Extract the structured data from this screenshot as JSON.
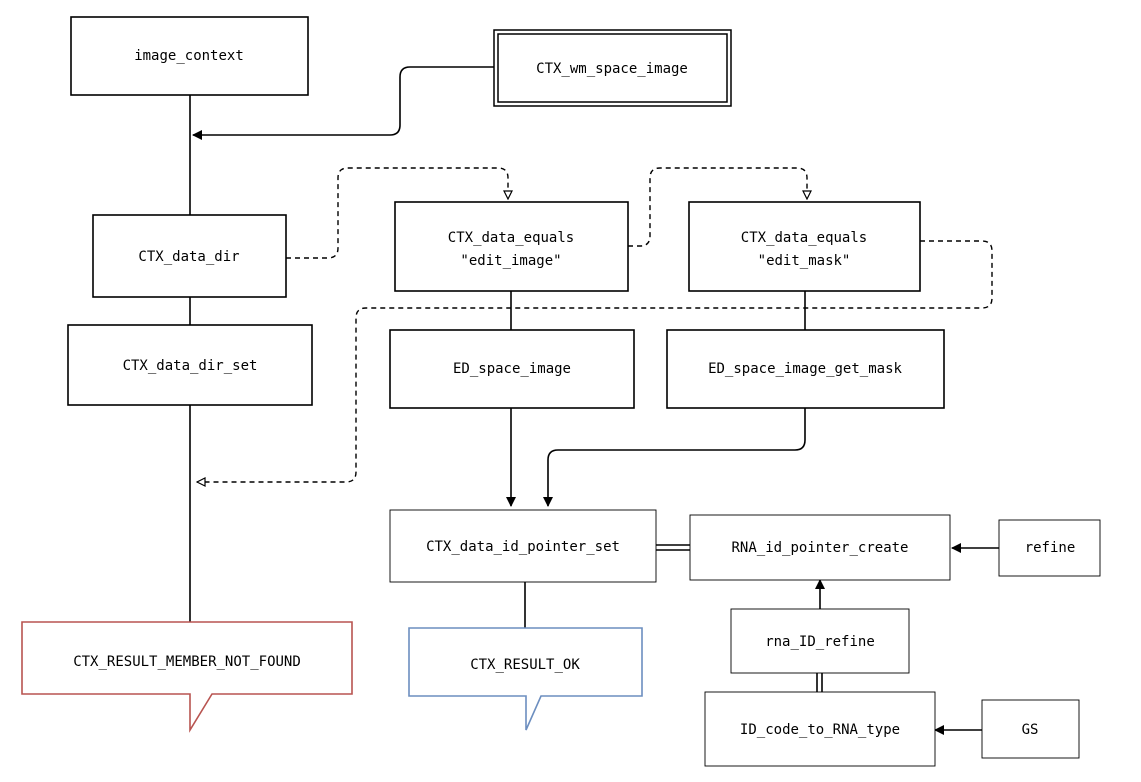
{
  "nodes": {
    "image_context": "image_context",
    "ctx_wm_space_image": "CTX_wm_space_image",
    "ctx_data_dir": "CTX_data_dir",
    "ctx_data_dir_set": "CTX_data_dir_set",
    "ctx_data_equals_image": {
      "line1": "CTX_data_equals",
      "line2": "\"edit_image\""
    },
    "ctx_data_equals_mask": {
      "line1": "CTX_data_equals",
      "line2": "\"edit_mask\""
    },
    "ed_space_image": "ED_space_image",
    "ed_space_image_get_mask": "ED_space_image_get_mask",
    "ctx_data_id_pointer_set": "CTX_data_id_pointer_set",
    "rna_id_pointer_create": "RNA_id_pointer_create",
    "refine": "refine",
    "rna_id_refine": "rna_ID_refine",
    "id_code_to_rna_type": "ID_code_to_RNA_type",
    "gs": "GS",
    "ctx_result_member_not_found": "CTX_RESULT_MEMBER_NOT_FOUND",
    "ctx_result_ok": "CTX_RESULT_OK"
  },
  "colors": {
    "line": "#000000",
    "not_found_border": "#b85450",
    "ok_border": "#6c8ebf"
  }
}
